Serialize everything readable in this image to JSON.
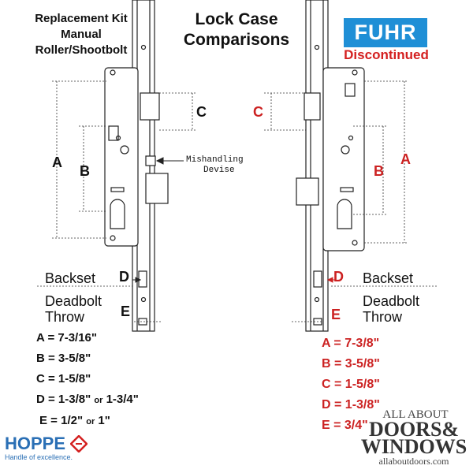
{
  "left_header": [
    "Replacement Kit",
    "Manual",
    "Roller/Shootbolt"
  ],
  "title": [
    "Lock Case",
    "Comparisons"
  ],
  "fuhr_logo": "FUHR",
  "discontinued": "Discontinued",
  "labels": {
    "A": "A",
    "B": "B",
    "C": "C",
    "D": "D",
    "E": "E",
    "backset": "Backset",
    "deadbolt": [
      "Deadbolt",
      "Throw"
    ],
    "mishandling": [
      "Mishandling",
      "Devise"
    ]
  },
  "left_specs": [
    {
      "text": "A = 7-3/16\""
    },
    {
      "text": "B = 3-5/8\""
    },
    {
      "text": "C = 1-5/8\""
    },
    {
      "main": "D = 1-3/8\"",
      "or": "or",
      "alt": "1-3/4\""
    },
    {
      "text": "E = 1/2\"",
      "or": "or",
      "alt": "1\""
    }
  ],
  "right_specs": [
    "A = 7-3/8\"",
    "B = 3-5/8\"",
    "C = 1-5/8\"",
    "D = 1-3/8\"",
    "E = 3/4\""
  ],
  "hoppe": {
    "name": "HOPPE",
    "tagline": "Handle of excellence."
  },
  "aad": {
    "line1": "ALL ABOUT",
    "line2": "DOORS&",
    "line3": "WINDOWS",
    "url": "allaboutdoors.com"
  },
  "colors": {
    "red": "#cc2222",
    "fuhr_blue": "#1f8fd6",
    "hoppe_blue": "#2a6fb5"
  }
}
